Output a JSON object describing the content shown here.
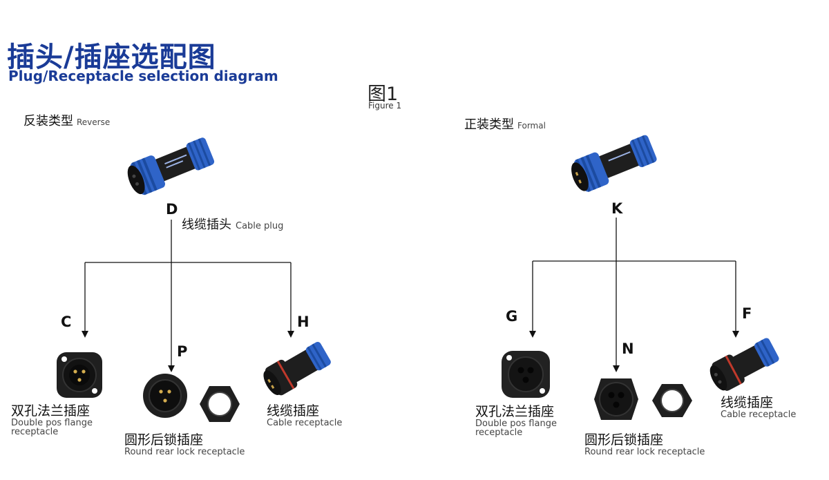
{
  "header": {
    "title_cn": "插头/插座选配图",
    "title_en": "Plug/Receptacle selection diagram",
    "figure_cn": "图1",
    "figure_en": "Figure 1"
  },
  "left": {
    "section_cn": "反装类型",
    "section_en": "Reverse",
    "top": {
      "letter": "D",
      "cn": "线缆插头",
      "en": "Cable plug"
    },
    "children": [
      {
        "letter": "C",
        "cn": "双孔法兰插座",
        "en_line1": "Double pos flange",
        "en_line2": "receptacle"
      },
      {
        "letter": "P",
        "cn": "圆形后锁插座",
        "en": "Round rear lock receptacle"
      },
      {
        "letter": "H",
        "cn": "线缆插座",
        "en": "Cable receptacle"
      }
    ]
  },
  "right": {
    "section_cn": "正装类型",
    "section_en": "Formal",
    "top": {
      "letter": "K"
    },
    "children": [
      {
        "letter": "G",
        "cn": "双孔法兰插座",
        "en_line1": "Double pos flange",
        "en_line2": "receptacle"
      },
      {
        "letter": "N",
        "cn": "圆形后锁插座",
        "en": "Round rear lock receptacle"
      },
      {
        "letter": "F",
        "cn": "线缆插座",
        "en": "Cable receptacle"
      }
    ]
  },
  "colors": {
    "brand_blue": "#1a3b97",
    "connector_blue": "#2f64c8",
    "body_black": "#1c1c1c"
  }
}
